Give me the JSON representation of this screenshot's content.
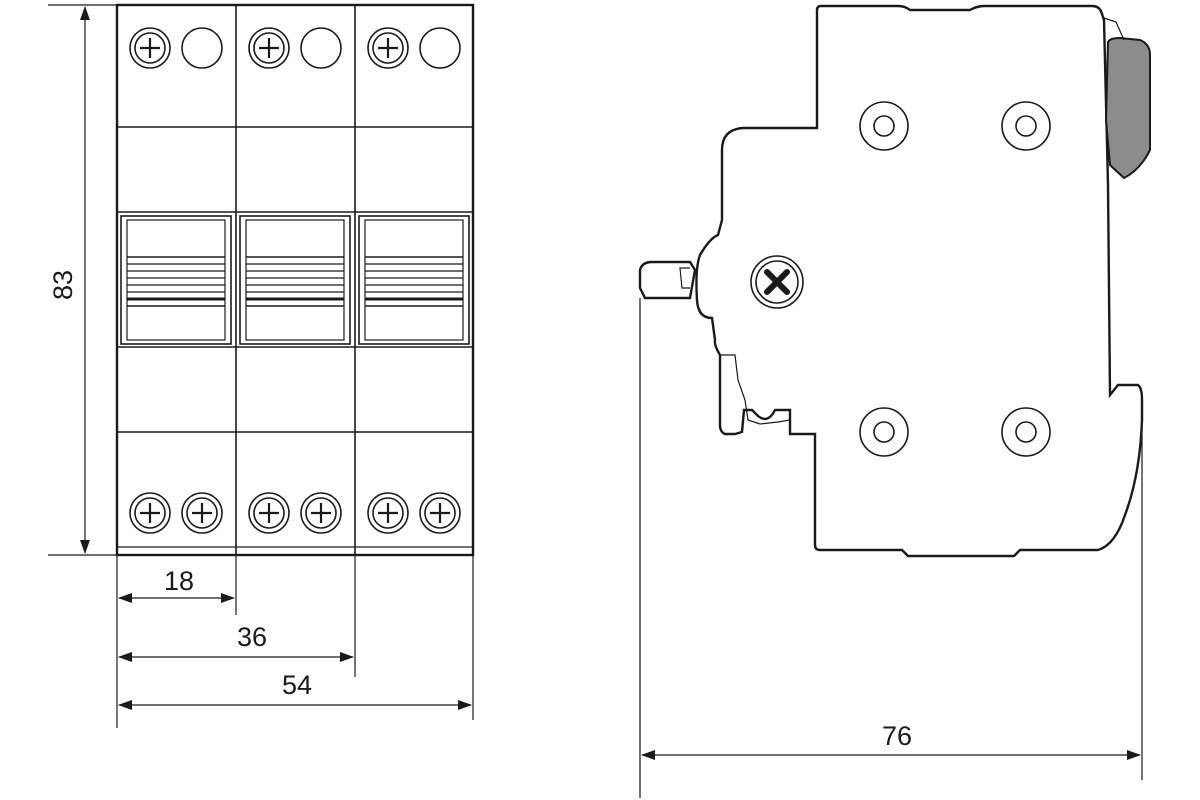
{
  "front_view": {
    "poles": 3
  },
  "dimensions": {
    "height": "83",
    "width_one_pole": "18",
    "width_two_poles": "36",
    "width_three_poles": "54",
    "depth": "76"
  },
  "colors": {
    "line": "#1a1a1a",
    "background": "#ffffff",
    "clip_fill": "#8c8c8c"
  },
  "icons": {
    "terminal_screw": "phillips-screw-icon",
    "terminal_hole": "open-terminal-icon",
    "side_screw": "cross-screw-icon",
    "rivet": "rivet-icon"
  }
}
